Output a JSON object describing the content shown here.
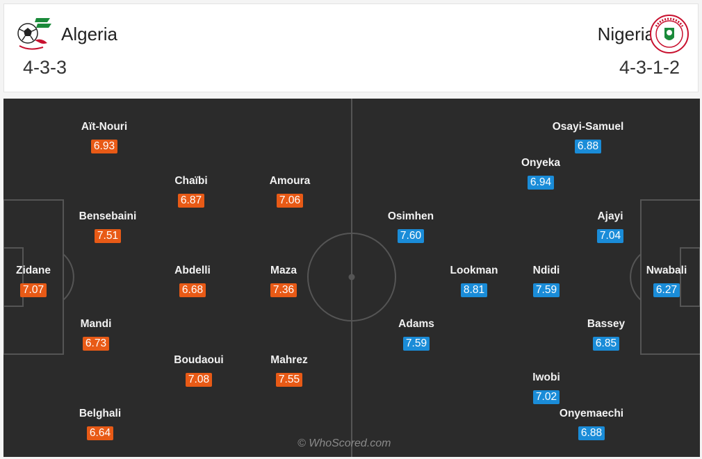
{
  "home": {
    "name": "Algeria",
    "formation": "4-3-3",
    "crest_icon": "algeria-federation-crest-icon",
    "rating_color": "#e85a16",
    "players": [
      {
        "name": "Aït-Nouri",
        "rating": "6.93"
      },
      {
        "name": "Chaïbi",
        "rating": "6.87"
      },
      {
        "name": "Amoura",
        "rating": "7.06"
      },
      {
        "name": "Bensebaini",
        "rating": "7.51"
      },
      {
        "name": "Zidane",
        "rating": "7.07"
      },
      {
        "name": "Abdelli",
        "rating": "6.68"
      },
      {
        "name": "Maza",
        "rating": "7.36"
      },
      {
        "name": "Mandi",
        "rating": "6.73"
      },
      {
        "name": "Boudaoui",
        "rating": "7.08"
      },
      {
        "name": "Mahrez",
        "rating": "7.55"
      },
      {
        "name": "Belghali",
        "rating": "6.64"
      }
    ]
  },
  "away": {
    "name": "Nigeria",
    "formation": "4-3-1-2",
    "crest_icon": "nigeria-federation-crest-icon",
    "rating_color": "#1a8cd8",
    "players": [
      {
        "name": "Osayi-Samuel",
        "rating": "6.88"
      },
      {
        "name": "Onyeka",
        "rating": "6.94"
      },
      {
        "name": "Osimhen",
        "rating": "7.60"
      },
      {
        "name": "Ajayi",
        "rating": "7.04"
      },
      {
        "name": "Lookman",
        "rating": "8.81"
      },
      {
        "name": "Ndidi",
        "rating": "7.59"
      },
      {
        "name": "Nwabali",
        "rating": "6.27"
      },
      {
        "name": "Adams",
        "rating": "7.59"
      },
      {
        "name": "Bassey",
        "rating": "6.85"
      },
      {
        "name": "Iwobi",
        "rating": "7.02"
      },
      {
        "name": "Onyemaechi",
        "rating": "6.88"
      }
    ]
  },
  "watermark": "© WhoScored.com"
}
